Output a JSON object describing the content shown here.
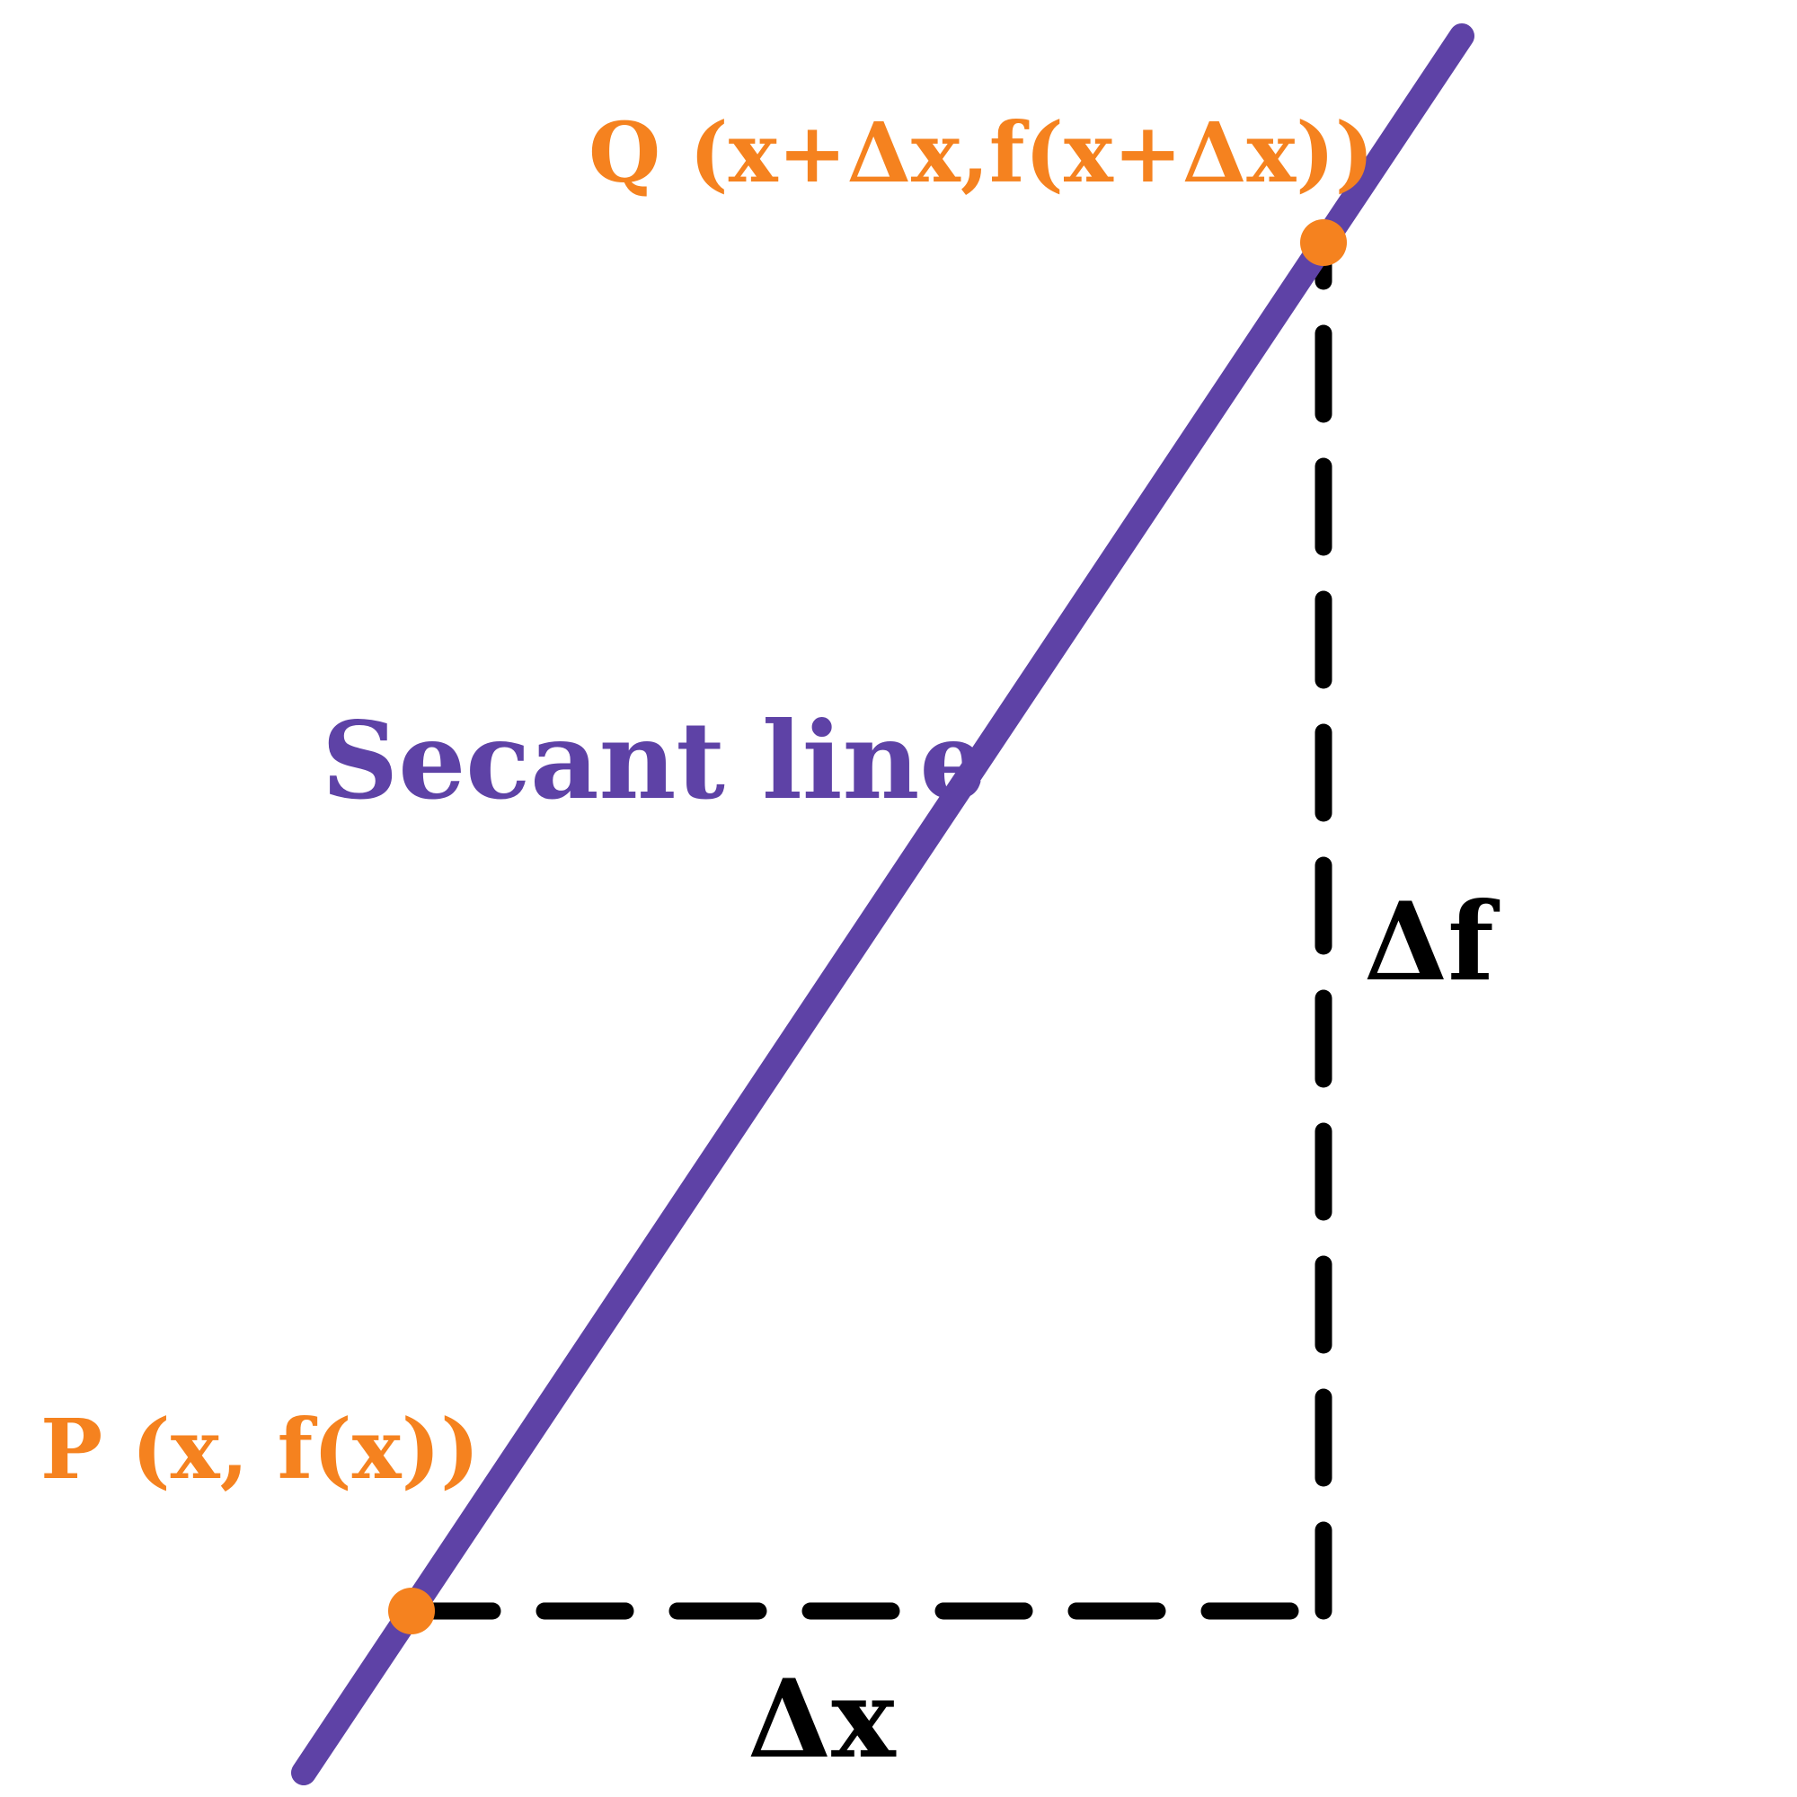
{
  "labels": {
    "point_q": "Q (x+Δx,f(x+Δx))",
    "point_p": "P (x, f(x))",
    "secant": "Secant line",
    "delta_f": "Δf",
    "delta_x": "Δx"
  },
  "colors": {
    "secant_line": "#5e42a6",
    "points": "#f5821f",
    "dashed_legs": "#000000",
    "background": "#ffffff"
  }
}
